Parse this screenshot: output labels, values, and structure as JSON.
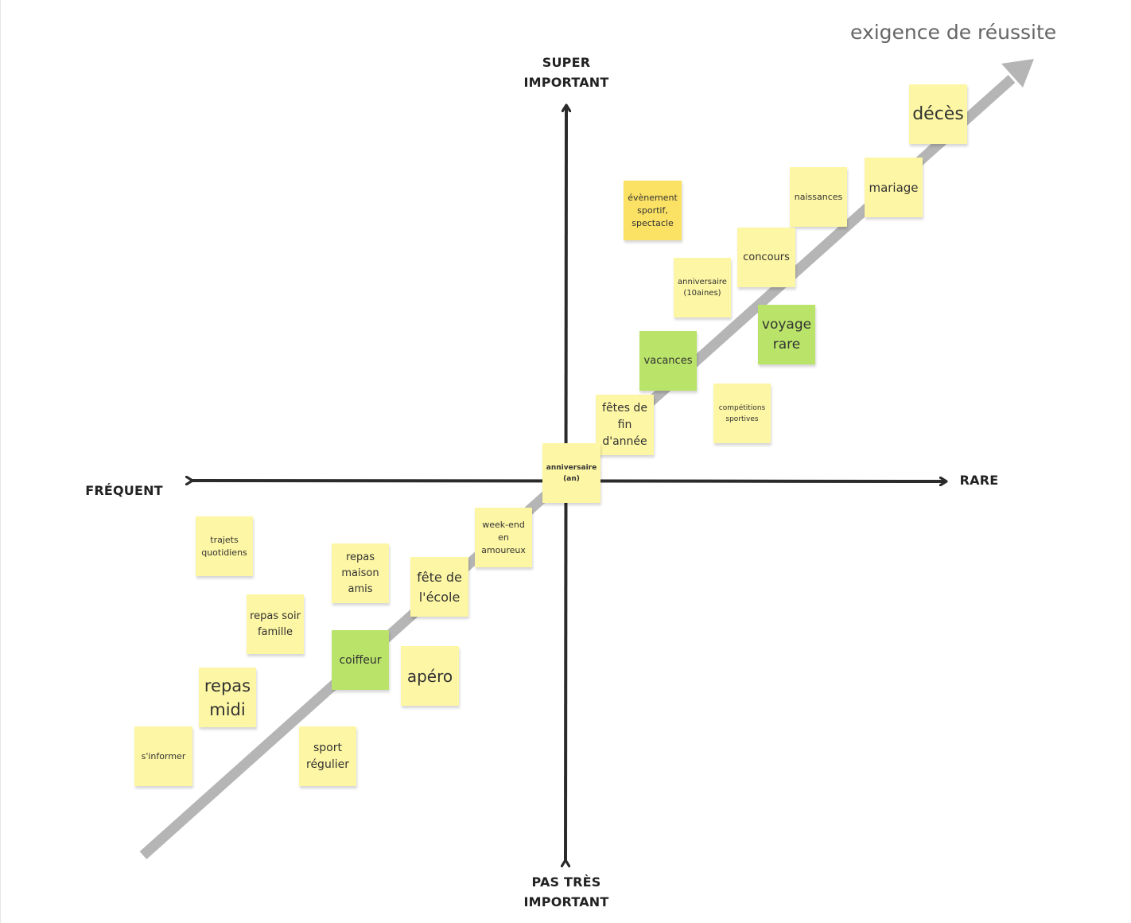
{
  "title": "exigence de réussite",
  "axes": {
    "top": [
      "SUPER",
      "IMPORTANT"
    ],
    "bottom": [
      "PAS TRÈS",
      "IMPORTANT"
    ],
    "left": "FRÉQUENT",
    "right": "RARE"
  },
  "colors": {
    "sticky_yellow": "#fdf6a4",
    "sticky_orange": "#fbe164",
    "sticky_green": "#b9e369",
    "axis": "#2b2b2b",
    "trend_arrow": "#b5b5b5",
    "title_text": "#666666"
  },
  "stickies": [
    {
      "name": "deces",
      "text": "décès",
      "color": "yellow"
    },
    {
      "name": "mariage",
      "text": "mariage",
      "color": "yellow"
    },
    {
      "name": "naissances",
      "text": "naissances",
      "color": "yellow"
    },
    {
      "name": "evenement-sportif",
      "text": "évènement sportif, spectacle",
      "color": "orange"
    },
    {
      "name": "concours",
      "text": "concours",
      "color": "yellow"
    },
    {
      "name": "anniversaire-10aines",
      "text": "anniversaire (10aines)",
      "color": "yellow"
    },
    {
      "name": "voyage-rare",
      "text": "voyage rare",
      "color": "green"
    },
    {
      "name": "vacances",
      "text": "vacances",
      "color": "green"
    },
    {
      "name": "fetes-fin-annee",
      "text": "fêtes de fin d'année",
      "color": "yellow"
    },
    {
      "name": "competitions-sportives",
      "text": "compétitions sportives",
      "color": "yellow"
    },
    {
      "name": "anniversaire-an",
      "text": "anniversaire (an)",
      "color": "yellow"
    },
    {
      "name": "week-end-amoureux",
      "text": "week-end en amoureux",
      "color": "yellow"
    },
    {
      "name": "fete-ecole",
      "text": "fête de l'école",
      "color": "yellow"
    },
    {
      "name": "repas-maison-amis",
      "text": "repas maison amis",
      "color": "yellow"
    },
    {
      "name": "trajets-quotidiens",
      "text": "trajets quotidiens",
      "color": "yellow"
    },
    {
      "name": "repas-soir-famille",
      "text": "repas soir famille",
      "color": "yellow"
    },
    {
      "name": "coiffeur",
      "text": "coiffeur",
      "color": "green"
    },
    {
      "name": "apero",
      "text": "apéro",
      "color": "yellow"
    },
    {
      "name": "repas-midi",
      "text": "repas midi",
      "color": "yellow"
    },
    {
      "name": "s-informer",
      "text": "s'informer",
      "color": "yellow"
    },
    {
      "name": "sport-regulier",
      "text": "sport régulier",
      "color": "yellow"
    }
  ]
}
